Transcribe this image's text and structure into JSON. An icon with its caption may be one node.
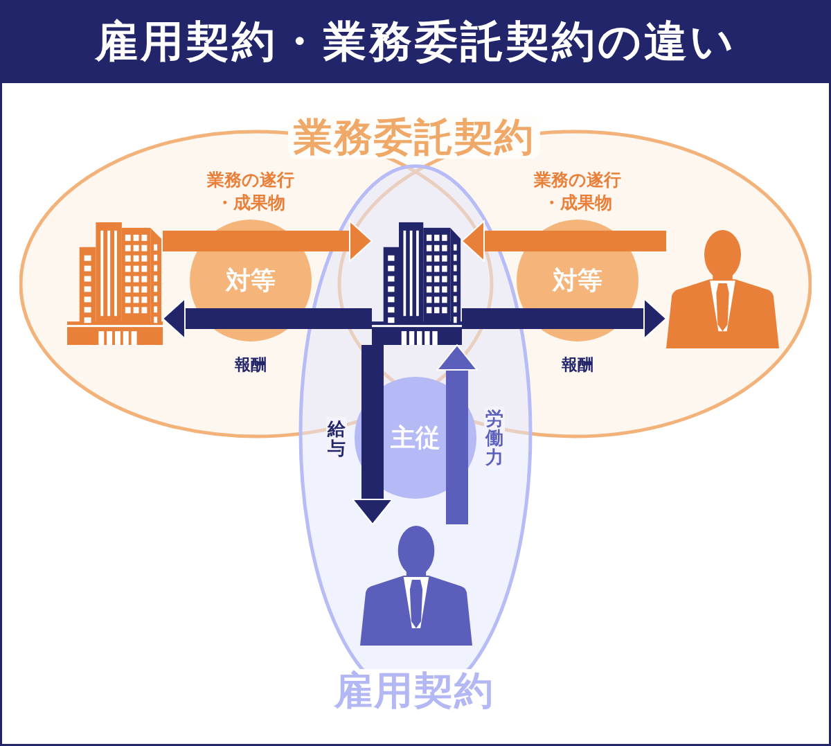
{
  "diagram": {
    "title": "雇用契約・業務委託契約の違い",
    "nodes": [
      {
        "text": [
          "業務委託契約"
        ]
      },
      {
        "text": [],
        "shape": "picture",
        "in": 0
      },
      {
        "text": [
          "対等"
        ],
        "in": 0
      },
      {
        "text": [],
        "shape": "picture"
      },
      {
        "text": [
          "対等"
        ],
        "in": 0
      },
      {
        "text": [],
        "shape": "picture",
        "in": 0
      },
      {
        "text": [
          "雇用契約"
        ]
      },
      {
        "text": [
          "主従"
        ],
        "in": 6
      },
      {
        "text": [],
        "shape": "picture",
        "in": 6
      }
    ],
    "edges": [
      {
        "from": 1,
        "to": 3,
        "arrow": "to",
        "label": "業務の遂行・成果物",
        "color": "#e8803a"
      },
      {
        "from": 3,
        "to": 1,
        "arrow": "to",
        "label": "報酬"
      },
      {
        "from": 5,
        "to": 3,
        "arrow": "to",
        "label": "業務の遂行・成果物",
        "color": "#e8803a"
      },
      {
        "from": 3,
        "to": 5,
        "arrow": "to",
        "label": "報酬"
      },
      {
        "from": 3,
        "to": 8,
        "arrow": "to",
        "label": "給与"
      },
      {
        "from": 8,
        "to": 3,
        "arrow": "to",
        "label": "労働力",
        "color": "#5b5fbb"
      }
    ]
  }
}
